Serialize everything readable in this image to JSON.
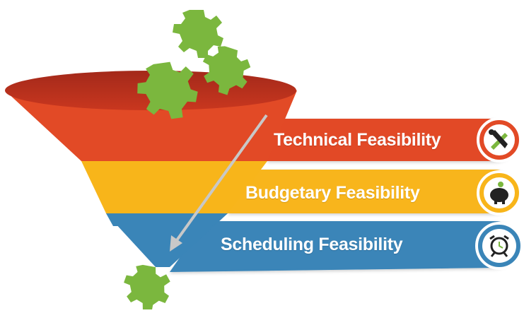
{
  "diagram": {
    "stages": [
      {
        "label": "Technical Feasibility",
        "color": "#e24a26",
        "icon": "tools-icon"
      },
      {
        "label": "Budgetary Feasibility",
        "color": "#f8b51a",
        "icon": "piggy-bank-icon"
      },
      {
        "label": "Scheduling Feasibility",
        "color": "#3a85b8",
        "icon": "alarm-clock-icon"
      }
    ],
    "colors": {
      "funnel_top": "#b32e1c",
      "gear": "#7bb73e",
      "arrow": "#c8c8c8",
      "icon_circle_border": "#ffffff"
    }
  }
}
